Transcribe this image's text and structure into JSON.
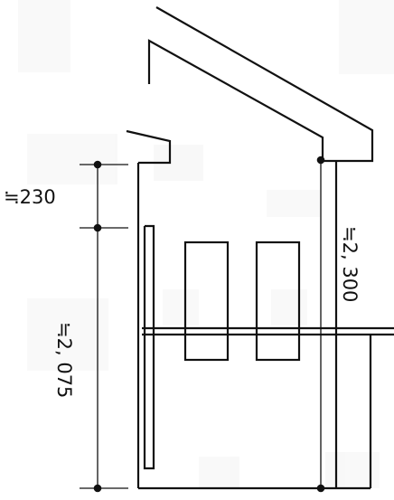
{
  "dimensions": {
    "eave_height": "≒230",
    "interior_height": "≒2, 075",
    "total_height": "≒2, 300"
  },
  "colors": {
    "line": "#111111",
    "watermark": "#c8c8c8",
    "background": "#ffffff"
  }
}
